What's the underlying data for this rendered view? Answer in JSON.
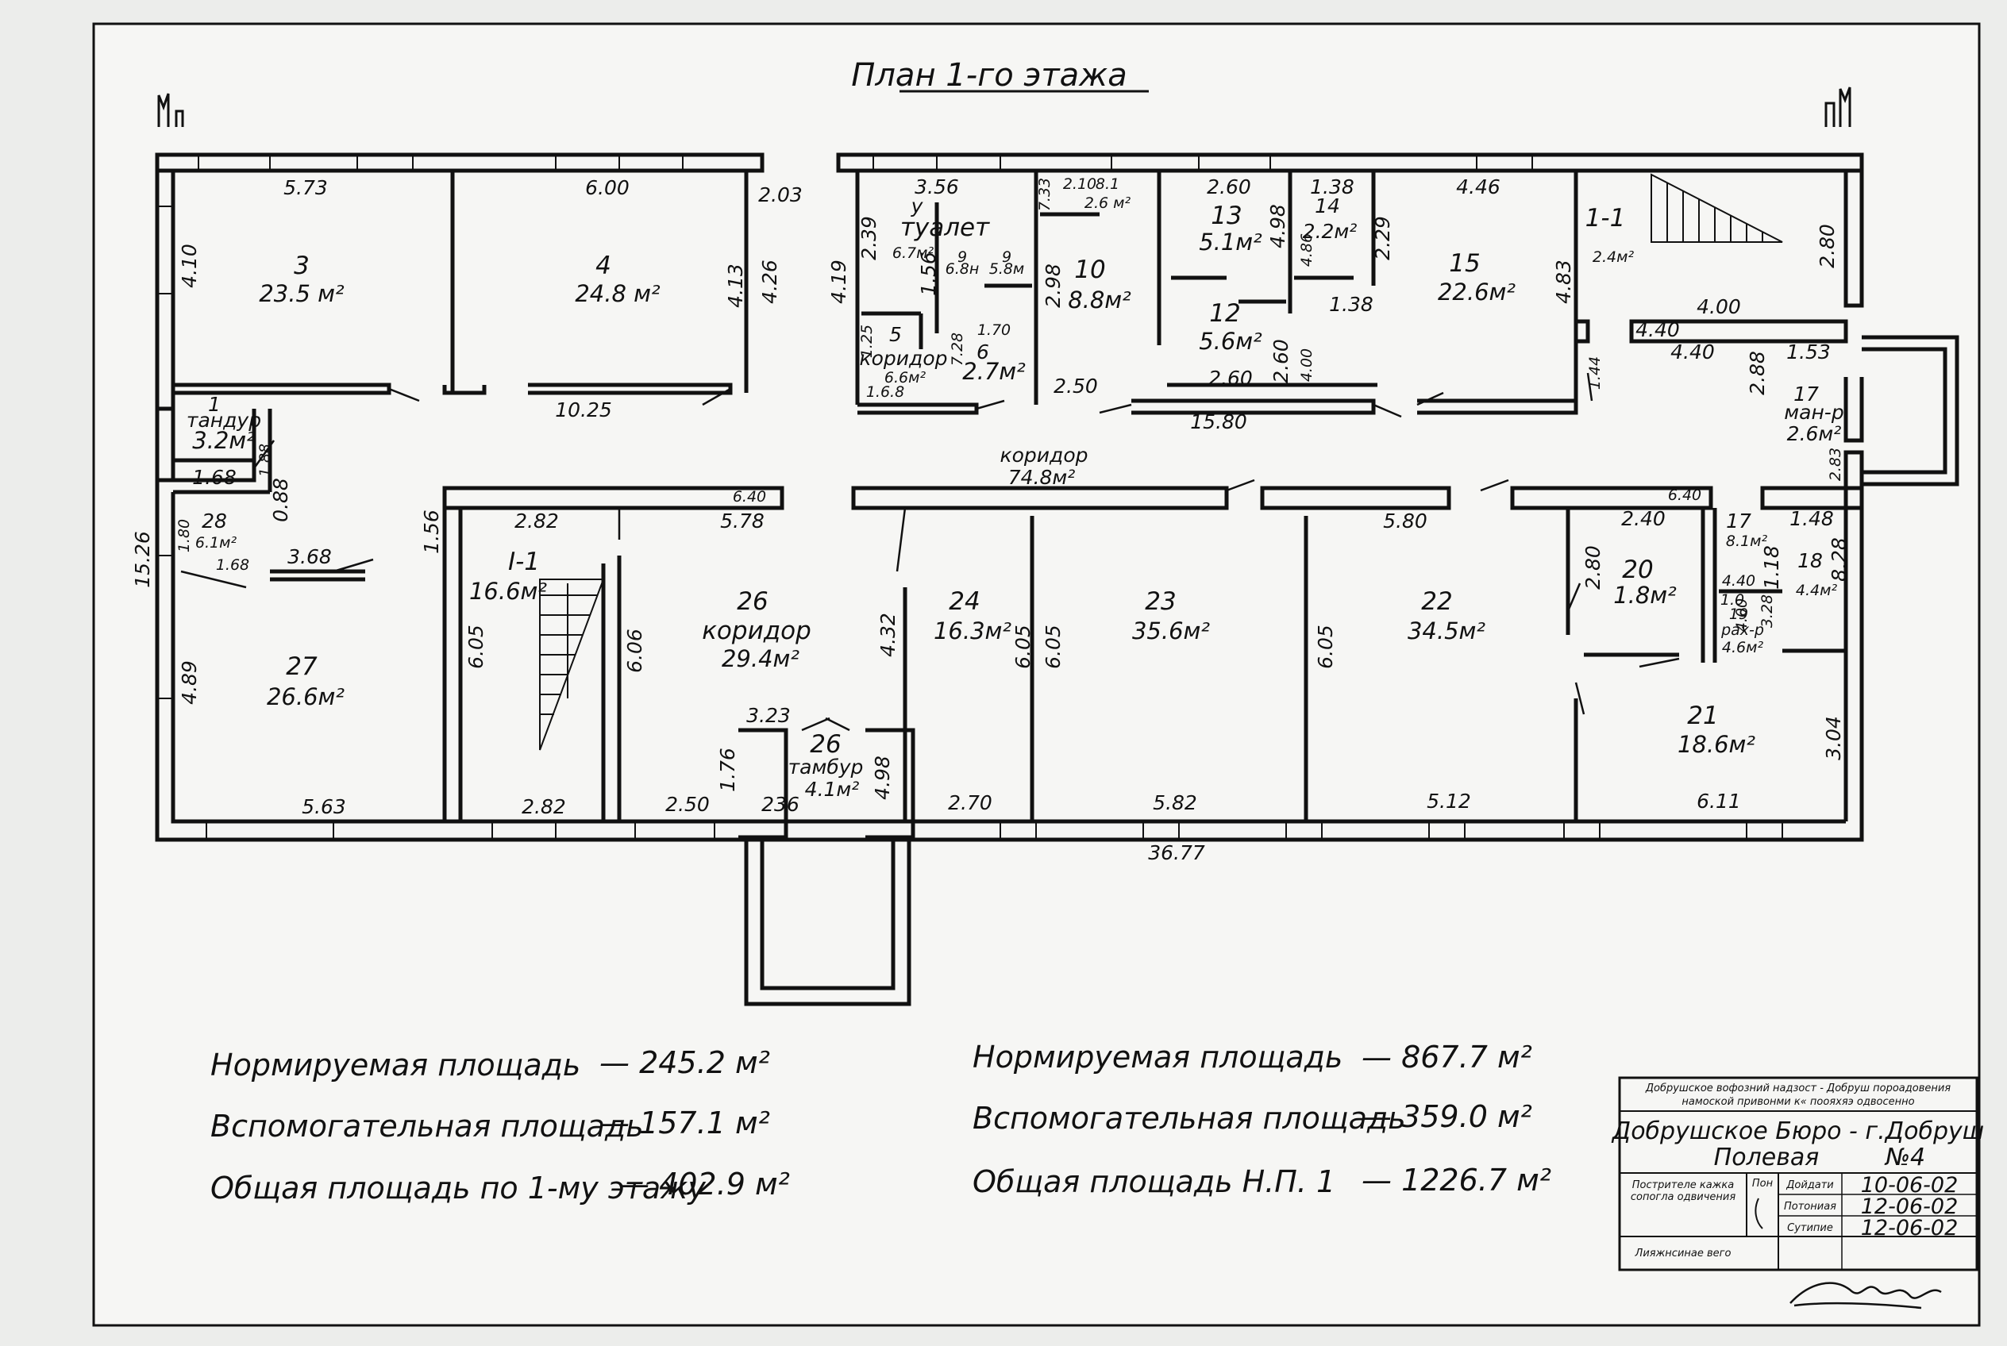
{
  "title": "План 1-го этажа",
  "rooms": [
    {
      "id": "room-3",
      "num": "3",
      "area": "23.5 м²"
    },
    {
      "id": "room-4",
      "num": "4",
      "area": "24.8 м²"
    },
    {
      "id": "room-toilet",
      "num": "у",
      "name": "туалет",
      "area": "6.7м²"
    },
    {
      "id": "room-9a",
      "num": "9",
      "area": "6.8н"
    },
    {
      "id": "room-9b",
      "num": "9",
      "area": "5.8м"
    },
    {
      "id": "room-5",
      "num": "5",
      "name": "коридор",
      "area": "6.6м²"
    },
    {
      "id": "room-6",
      "num": "6",
      "area": "2.7м²"
    },
    {
      "id": "room-7",
      "num": "8.1",
      "area": "2.6 м²"
    },
    {
      "id": "room-10",
      "num": "10",
      "area": "8.8м²"
    },
    {
      "id": "room-13",
      "num": "13",
      "area": "5.1м²"
    },
    {
      "id": "room-14",
      "num": "14",
      "area": "2.2м²"
    },
    {
      "id": "room-12",
      "num": "12",
      "area": "5.6м²"
    },
    {
      "id": "room-15",
      "num": "15",
      "area": "22.6м²"
    },
    {
      "id": "room-1-1",
      "num": "1-1",
      "area": "2.4м²"
    },
    {
      "id": "room-1",
      "num": "1",
      "name": "тандур",
      "area": "3.2м²"
    },
    {
      "id": "room-corridor",
      "name": "коридор",
      "area": "74.8м²"
    },
    {
      "id": "room-17top",
      "num": "17",
      "name": "ман-р",
      "area": "2.6м²"
    },
    {
      "id": "room-28",
      "num": "28",
      "area": "6.1м²"
    },
    {
      "id": "room-27",
      "num": "27",
      "area": "26.6м²"
    },
    {
      "id": "room-I-1",
      "num": "I-1",
      "area": "16.6м²"
    },
    {
      "id": "room-26",
      "num": "26",
      "name": "коридор",
      "area": "29.4м²"
    },
    {
      "id": "room-26b",
      "num": "26",
      "name": "тамбур",
      "area": "4.1м²"
    },
    {
      "id": "room-24",
      "num": "24",
      "area": "16.3м²"
    },
    {
      "id": "room-23",
      "num": "23",
      "area": "35.6м²"
    },
    {
      "id": "room-22",
      "num": "22",
      "area": "34.5м²"
    },
    {
      "id": "room-20",
      "num": "20",
      "area": "1.8м²"
    },
    {
      "id": "room-17b",
      "num": "17",
      "area": "8.1м²"
    },
    {
      "id": "room-18",
      "num": "18",
      "area": "4.4м²"
    },
    {
      "id": "room-19",
      "num": "19",
      "name": "рах-р",
      "area": "4.6м²"
    },
    {
      "id": "room-21",
      "num": "21",
      "area": "18.6м²"
    }
  ],
  "dimensions": {
    "d1": "5.73",
    "d2": "6.00",
    "d3": "2.03",
    "d4": "3.56",
    "d5": "2.10",
    "d6": "2.60",
    "d7": "1.38",
    "d8": "4.46",
    "d9": "4.10",
    "d10": "4.13",
    "d11": "4.26",
    "d12": "4.19",
    "d13": "2.39",
    "d14": "1.56",
    "d15": "7.33",
    "d16": "2.98",
    "d17": "4.98",
    "d18": "4.86",
    "d19": "2.29",
    "d20": "4.83",
    "d21": "2.80",
    "d22": "1.38",
    "d23": "1.70",
    "d24": "7.28",
    "d25": "4.00",
    "d26": "4.40",
    "d27": "4.40",
    "d28": "1.53",
    "d29": "10.25",
    "d30": "2.50",
    "d31": "2.60",
    "d32": "2.60",
    "d33": "4.00",
    "d34": "15.80",
    "d35": "1.44",
    "d36": "2.88",
    "d37": "2.83",
    "d38": "1.25",
    "d39": "1.6.8",
    "d40": "1.68",
    "d41": "1.68",
    "d42": "1.80",
    "d43": "0.88",
    "d44": "3.68",
    "d45": "1.56",
    "d46": "15.26",
    "d47": "2.82",
    "d48": "6.40",
    "d49": "5.78",
    "d50": "6.40",
    "d51": "5.80",
    "d52": "2.40",
    "d53": "1.48",
    "d54": "4.89",
    "d55": "6.05",
    "d56": "6.06",
    "d57": "4.32",
    "d58": "6.05",
    "d59": "6.05",
    "d60": "6.05",
    "d61": "2.80",
    "d62": "1.18",
    "d63": "4.40",
    "d64": "1.0",
    "d65": "3.28",
    "d66": "8.28",
    "d67": "3.23",
    "d68": "1.76",
    "d69": "4.98",
    "d70": "5.63",
    "d71": "2.82",
    "d72": "2.50",
    "d73": "236",
    "d74": "2.70",
    "d75": "5.82",
    "d76": "5.12",
    "d77": "6.11",
    "d78": "36.77",
    "d79": "3.04",
    "d80": "1.88",
    "d81": "4.00"
  },
  "legend_left": [
    {
      "label": "Нормируемая площадь",
      "value": "— 245.2 м²"
    },
    {
      "label": "Вспомогательная площадь",
      "value": "— 157.1 м²"
    },
    {
      "label": "Общая площадь по 1-му этажу",
      "value": "— 402.9 м²"
    }
  ],
  "legend_right": [
    {
      "label": "Нормируемая площадь",
      "value": "— 867.7 м²"
    },
    {
      "label": "Вспомогательная площадь",
      "value": "— 359.0 м²"
    },
    {
      "label": "Общая площадь  Н.П. 1",
      "value": "— 1226.7 м²"
    }
  ],
  "stamp": {
    "org_line1": "Добрушское вофозний надзост - Добруш пороадовения",
    "org_line2": "намоской привонми к« поояхяэ одвосенно",
    "bureau": "Добрушское Бюро - г.Добруш",
    "street": "Полевая",
    "number": "№4",
    "note1": "Пострителе кажка",
    "note2": "сопогла одвичения",
    "pon": "Пон",
    "r1_label": "Дойдати",
    "r1_date": "10-06-02",
    "r2_label": "Потониая",
    "r2_date": "12-06-02",
    "r3_label": "Сутипие",
    "r3_date": "12-06-02",
    "footer": "Лияжнсинае вего"
  }
}
